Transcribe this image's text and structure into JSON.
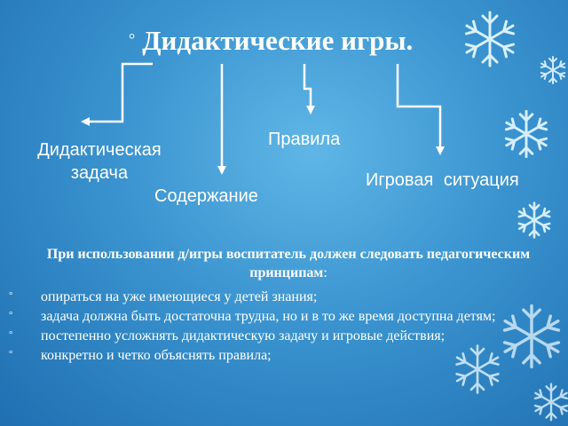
{
  "slide": {
    "title": "Дидактические игры.",
    "title_bullet": "°",
    "nodes": {
      "task": "Дидактическая задача",
      "rules": "Правила",
      "content": "Содержание",
      "situation": "Игровая ситуация"
    },
    "lead_bold": "При использовании д/игры воспитатель должен следовать педагогическим принципам",
    "lead_tail": ":",
    "list_bullet": "°",
    "principles": [
      "опираться на уже имеющиеся у детей знания;",
      "задача должна быть достаточна трудна, но и в то же время доступна детям;",
      "постепенно усложнять дидактическую задачу и игровые действия;",
      "конкретно и четко объяснять правила;"
    ]
  },
  "colors": {
    "background_center": "#5fb6e6",
    "background_edge": "#1f6fb1",
    "text": "#ffffff",
    "arrow": "#ffffff"
  },
  "icons": [
    "snowflake-icon"
  ]
}
